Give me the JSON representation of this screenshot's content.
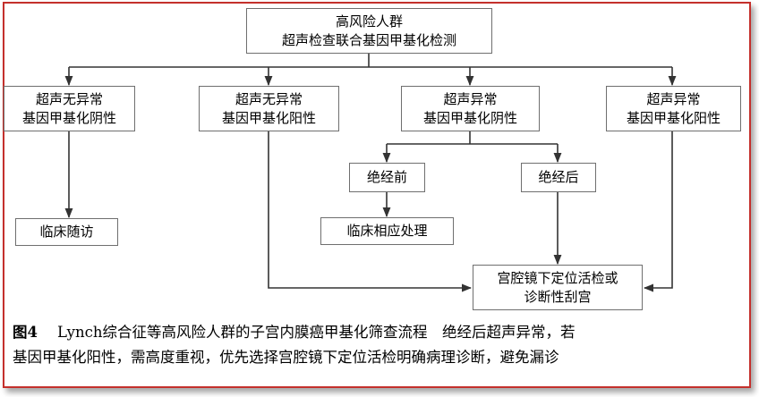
{
  "figure": {
    "label": "图4",
    "caption_line1": "Lynch综合征等高风险人群的子宫内膜癌甲基化筛查流程　绝经后超声异常，若",
    "caption_line2": "基因甲基化阳性，需高度重视，优先选择宫腔镜下定位活检明确病理诊断，避免漏诊"
  },
  "nodes": {
    "root": {
      "line1": "高风险人群",
      "line2": "超声检查联合基因甲基化检测"
    },
    "us_neg_meth_neg": {
      "line1": "超声无异常",
      "line2": "基因甲基化阴性"
    },
    "us_neg_meth_pos": {
      "line1": "超声无异常",
      "line2": "基因甲基化阳性"
    },
    "us_abn_meth_neg": {
      "line1": "超声异常",
      "line2": "基因甲基化阴性"
    },
    "us_abn_meth_pos": {
      "line1": "超声异常",
      "line2": "基因甲基化阳性"
    },
    "premenopause": {
      "line1": "绝经前"
    },
    "postmenopause": {
      "line1": "绝经后"
    },
    "followup": {
      "line1": "临床随访"
    },
    "treatment": {
      "line1": "临床相应处理"
    },
    "hysteroscopy": {
      "line1": "宫腔镜下定位活检或",
      "line2": "诊断性刮宫"
    }
  },
  "colors": {
    "frame": "#c4302c",
    "box_border": "#6f6f6f",
    "arrow": "#333333"
  }
}
